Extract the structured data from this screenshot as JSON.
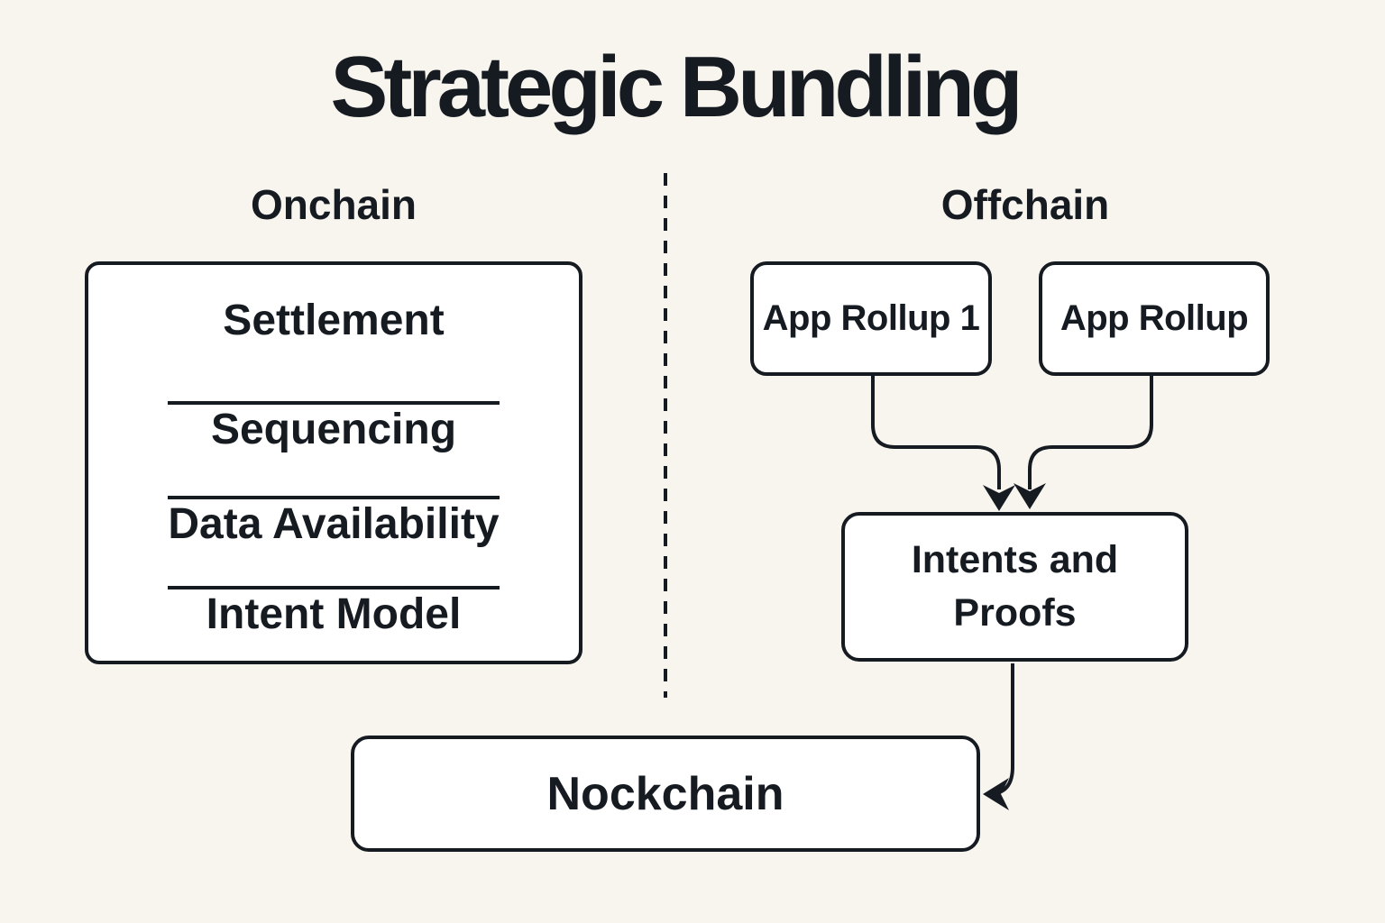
{
  "title": "Strategic Bundling",
  "colors": {
    "background": "#F8F5EF",
    "ink": "#161B22",
    "box_fill": "#FFFFFF"
  },
  "sections": {
    "onchain": {
      "label": "Onchain",
      "stack": [
        "Settlement",
        "Sequencing",
        "Data Availability",
        "Intent Model"
      ]
    },
    "offchain": {
      "label": "Offchain",
      "rollup_1": "App Rollup 1",
      "rollup_2": "App Rollup",
      "intents": "Intents and Proofs"
    },
    "base": {
      "nockchain": "Nockchain"
    }
  }
}
